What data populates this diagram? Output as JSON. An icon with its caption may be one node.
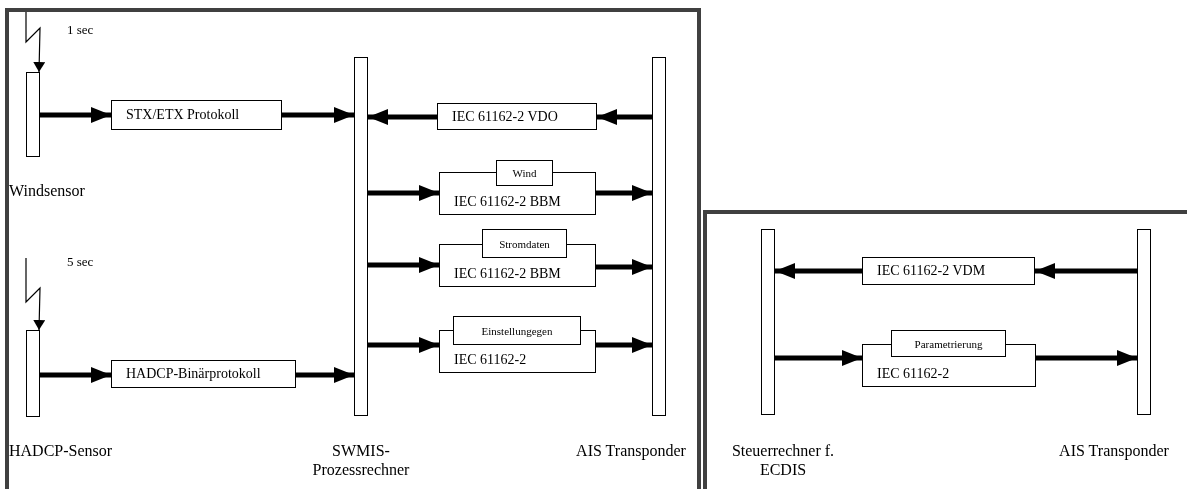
{
  "diagram": {
    "nodes": [
      {
        "text": [
          "Windsensor"
        ]
      },
      {
        "text": [
          "HADCP-Sensor"
        ]
      },
      {
        "text": [
          "SWMIS- Prozessrechner"
        ]
      },
      {
        "text": [
          "AIS Transponder"
        ]
      },
      {
        "text": [
          "Steuerrechner f. ECDIS"
        ]
      },
      {
        "text": [
          "AIS Transponder"
        ]
      },
      {
        "text": [
          "STX/ETX Protokoll"
        ]
      },
      {
        "text": [
          "IEC 61162-2 VDO"
        ]
      },
      {
        "text": [
          "Wind",
          "IEC 61162-2 BBM"
        ]
      },
      {
        "text": [
          "Stromdaten",
          "IEC 61162-2 BBM"
        ]
      },
      {
        "text": [
          "Einstellungegen",
          "IEC 61162-2"
        ]
      },
      {
        "text": [
          "HADCP-Binärprotokoll"
        ]
      },
      {
        "text": [
          "IEC 61162-2 VDM"
        ]
      },
      {
        "text": [
          "Parametrierung",
          "IEC 61162-2"
        ]
      }
    ],
    "edges": [
      {
        "from": 0,
        "to": 6,
        "arrow": "to"
      },
      {
        "from": 6,
        "to": 2,
        "arrow": "to"
      },
      {
        "from": 3,
        "to": 7,
        "arrow": "to"
      },
      {
        "from": 7,
        "to": 2,
        "arrow": "to"
      },
      {
        "from": 2,
        "to": 8,
        "arrow": "to"
      },
      {
        "from": 8,
        "to": 3,
        "arrow": "to"
      },
      {
        "from": 2,
        "to": 9,
        "arrow": "to"
      },
      {
        "from": 9,
        "to": 3,
        "arrow": "to"
      },
      {
        "from": 2,
        "to": 10,
        "arrow": "to"
      },
      {
        "from": 10,
        "to": 3,
        "arrow": "to"
      },
      {
        "from": 1,
        "to": 11,
        "arrow": "to"
      },
      {
        "from": 11,
        "to": 2,
        "arrow": "to"
      },
      {
        "from": 5,
        "to": 12,
        "arrow": "to"
      },
      {
        "from": 12,
        "to": 4,
        "arrow": "to"
      },
      {
        "from": 4,
        "to": 13,
        "arrow": "to"
      },
      {
        "from": 13,
        "to": 5,
        "arrow": "to"
      },
      {
        "from": null,
        "to": 0,
        "arrow": "to",
        "label": "1 sec"
      },
      {
        "from": null,
        "to": 1,
        "arrow": "to",
        "label": "5 sec"
      }
    ]
  }
}
